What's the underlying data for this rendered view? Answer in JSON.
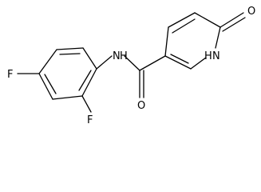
{
  "molecule": {
    "atoms": {
      "n_amide": "N",
      "h_amide": "H",
      "o_carbonyl": "O",
      "n_ring": "N",
      "h_ring": "H",
      "o_ring": "O",
      "f_upper": "F",
      "f_lower": "F"
    }
  }
}
